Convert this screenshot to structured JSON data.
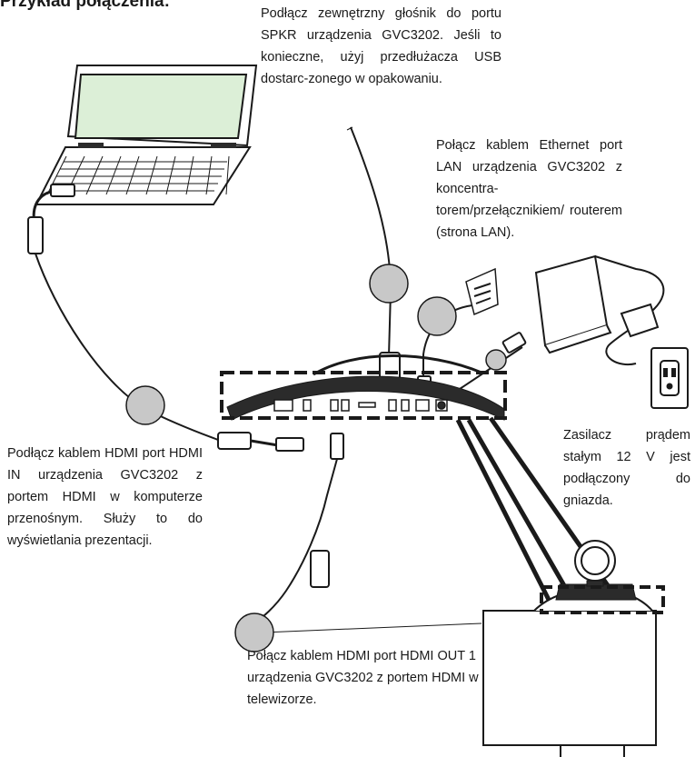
{
  "title": "Przykład połączenia:",
  "notes": {
    "speaker": "Podłącz zewnętrzny głośnik do portu SPKR urządzenia GVC3202. Jeśli to konieczne, użyj przedłużacza USB dostarc-zonego w opakowaniu.",
    "ethernet": "Połącz kablem Ethernet port LAN urządzenia GVC3202 z koncentra-torem/przełącznikiem/ routerem (strona LAN).",
    "power": "Zasilacz prądem stałym 12 V jest podłączony do gniazda.",
    "hdmi_in": "Podłącz kablem HDMI port HDMI IN urządzenia GVC3202 z portem HDMI w komputerze przenośnym. Służy to do wyświetlania prezentacji.",
    "hdmi_out": "Połącz kablem HDMI port HDMI OUT 1 urządzenia GVC3202 z portem HDMI w telewizorze."
  },
  "colors": {
    "laptop_screen": "#dcefd7",
    "callout_circle": "#c8c8c8",
    "outline": "#1a1a1a"
  }
}
